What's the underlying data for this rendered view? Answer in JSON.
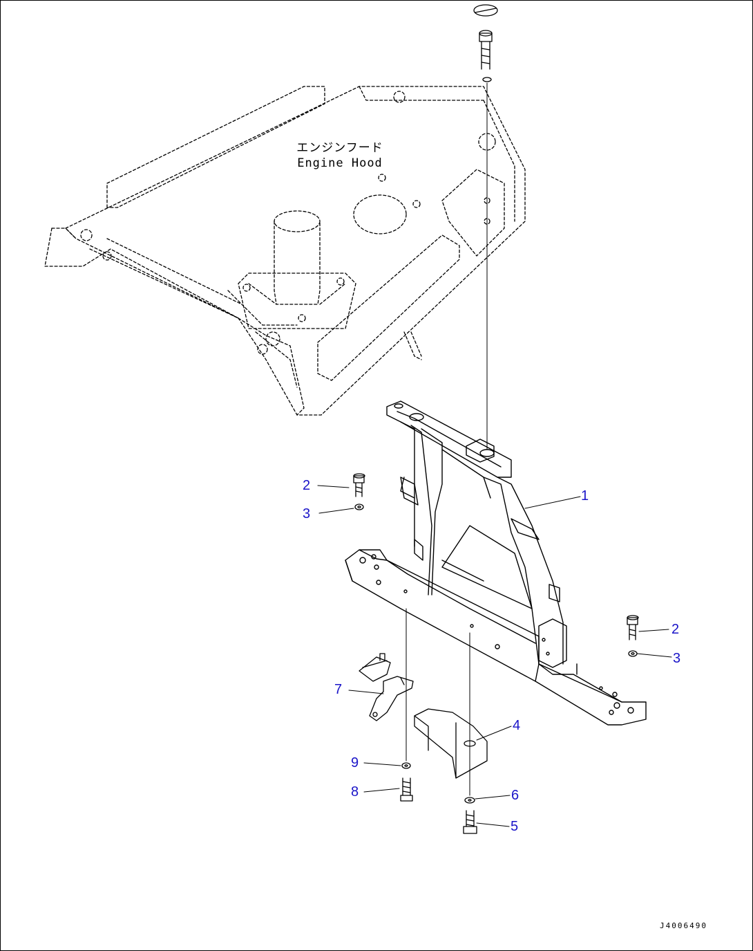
{
  "hood_label": {
    "jp": "エンジンフード",
    "en": "Engine Hood"
  },
  "callouts": [
    "1",
    "2",
    "3",
    "2",
    "3",
    "4",
    "5",
    "6",
    "7",
    "8",
    "9"
  ],
  "drawing_id": "J4006490",
  "colors": {
    "callout": "#1a14c8",
    "line": "#000000",
    "background": "#ffffff"
  }
}
